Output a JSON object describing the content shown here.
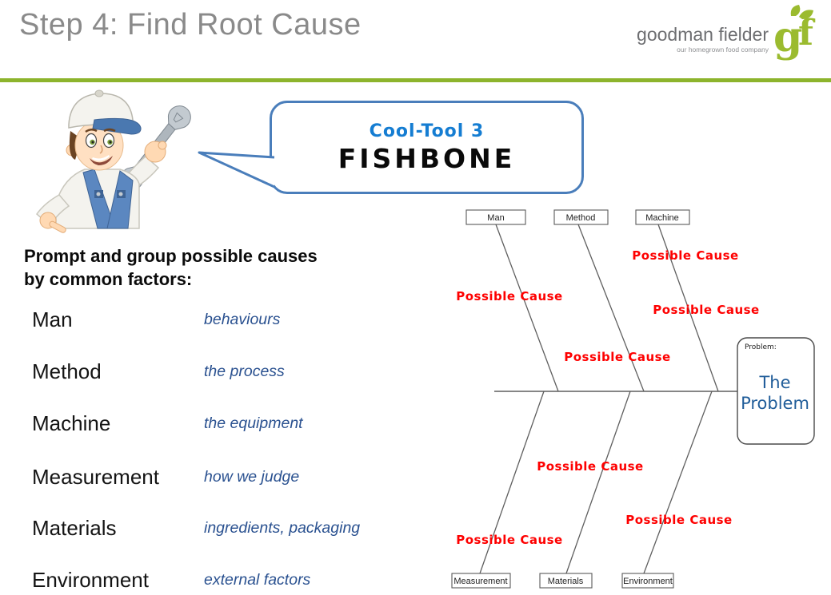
{
  "header": {
    "title": "Step 4: Find Root Cause",
    "logo": {
      "name": "goodman fielder",
      "tagline": "our homegrown food company",
      "monogram": "gf"
    }
  },
  "bubble": {
    "line1": "Cool-Tool 3",
    "line2": "FISHBONE"
  },
  "intro": {
    "line1": "Prompt and group possible causes",
    "line2": "by common factors:"
  },
  "factors": [
    {
      "label": "Man",
      "description": "behaviours"
    },
    {
      "label": "Method",
      "description": "the process"
    },
    {
      "label": "Machine",
      "description": "the equipment"
    },
    {
      "label": "Measurement",
      "description": "how we judge"
    },
    {
      "label": "Materials",
      "description": "ingredients, packaging"
    },
    {
      "label": "Environment",
      "description": "external factors"
    }
  ],
  "fishbone": {
    "top_categories": [
      "Man",
      "Method",
      "Machine"
    ],
    "bottom_categories": [
      "Measurement",
      "Materials",
      "Environment"
    ],
    "causes": [
      "Possible Cause",
      "Possible Cause",
      "Possible Cause",
      "Possible Cause",
      "Possible Cause",
      "Possible Cause",
      "Possible Cause"
    ],
    "problem_box": {
      "heading": "Problem:",
      "line1": "The",
      "line2": "Problem"
    }
  },
  "colors": {
    "accent_green": "#8db42d",
    "bubble_blue": "#4a7ebb",
    "cooltool_blue": "#157dd2",
    "cause_red": "#fe0000",
    "problem_blue": "#1f5c99",
    "title_gray": "#8a8a8a",
    "desc_blue": "#2a5190"
  }
}
